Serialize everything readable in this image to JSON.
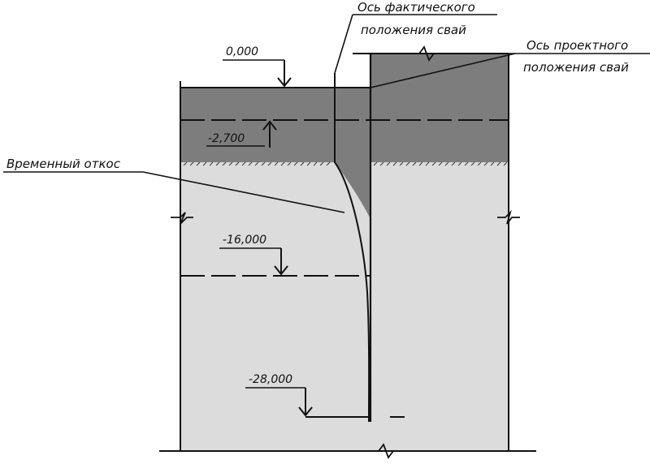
{
  "callouts": {
    "actual_axis_line1": "Ось фактического",
    "actual_axis_line2": "положения свай",
    "design_axis_line1": "Ось проектного",
    "design_axis_line2": "положения свай",
    "temporary_slope": "Временный откос"
  },
  "elevations": {
    "top": "0,000",
    "level_1": "-2,700",
    "level_2": "-16,000",
    "level_3": "-28,000"
  },
  "colors": {
    "soil_light": "#dcdcdc",
    "soil_dark": "#7d7d7d",
    "line": "#111111",
    "background": "#ffffff"
  }
}
